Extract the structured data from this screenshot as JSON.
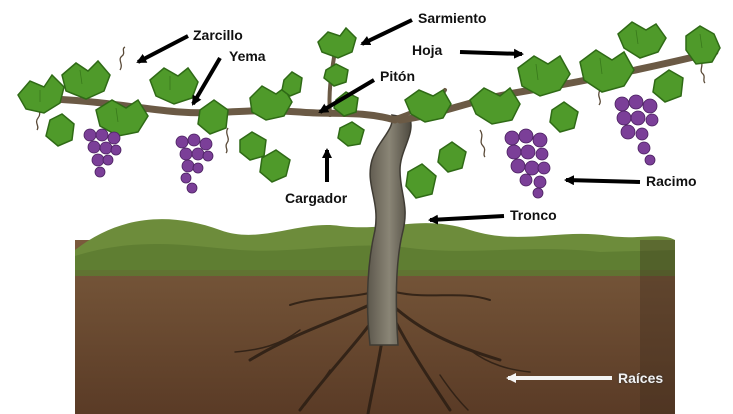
{
  "labels": {
    "zarcillo": "Zarcillo",
    "yema": "Yema",
    "sarmiento": "Sarmiento",
    "hoja": "Hoja",
    "piton": "Pitón",
    "cargador": "Cargador",
    "racimo": "Racimo",
    "tronco": "Tronco",
    "raices": "Raíces"
  },
  "colors": {
    "leaf": "#4f9a2a",
    "leaf_dark": "#2f6a16",
    "grape": "#7b3f98",
    "trunk": "#6f6a5c",
    "soil": "#6b4a33",
    "grass": "#6c8b3a",
    "arrow": "#000000"
  },
  "icons": [
    "grapevine-illustration",
    "arrow-icon"
  ]
}
